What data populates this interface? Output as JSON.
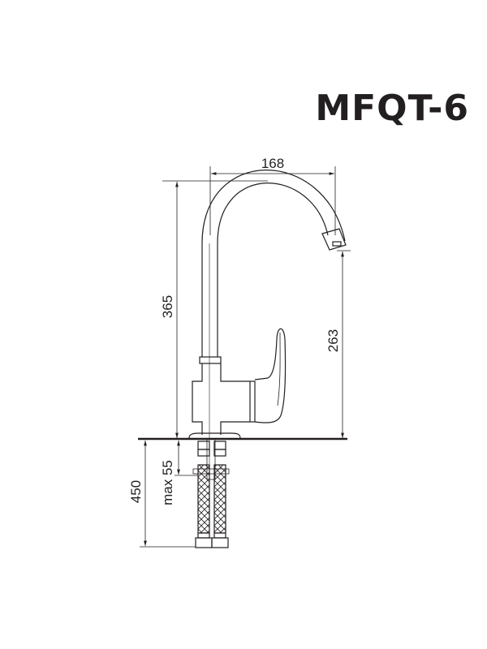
{
  "title": "MFQT-6",
  "dimensions": {
    "spout_reach": "168",
    "total_height": "365",
    "spout_outlet_height": "263",
    "hose_length": "450",
    "max_counter_thickness": "max 55"
  },
  "colors": {
    "line": "#231f20",
    "background": "#ffffff"
  }
}
